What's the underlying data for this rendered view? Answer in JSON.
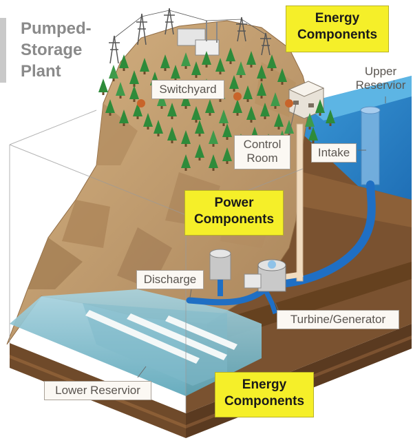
{
  "title": {
    "line1": "Pumped-",
    "line2": "Storage",
    "line3": "Plant"
  },
  "labels": {
    "switchyard": "Switchyard",
    "control_room": {
      "line1": "Control",
      "line2": "Room"
    },
    "intake": "Intake",
    "upper_reservoir": {
      "line1": "Upper",
      "line2": "Reservior"
    },
    "discharge": "Discharge",
    "turbine_generator": "Turbine/Generator",
    "lower_reservoir": "Lower Reservior"
  },
  "highlights": {
    "energy_top": {
      "line1": "Energy",
      "line2": "Components"
    },
    "power": {
      "line1": "Power",
      "line2": "Components"
    },
    "energy_bottom": {
      "line1": "Energy",
      "line2": "Components"
    }
  },
  "colors": {
    "highlight": "#f5ef29",
    "water": "#2f8fd0",
    "pipe": "#1f6fc4",
    "rock": "#c4a173",
    "trees": "#2e8b3a"
  }
}
